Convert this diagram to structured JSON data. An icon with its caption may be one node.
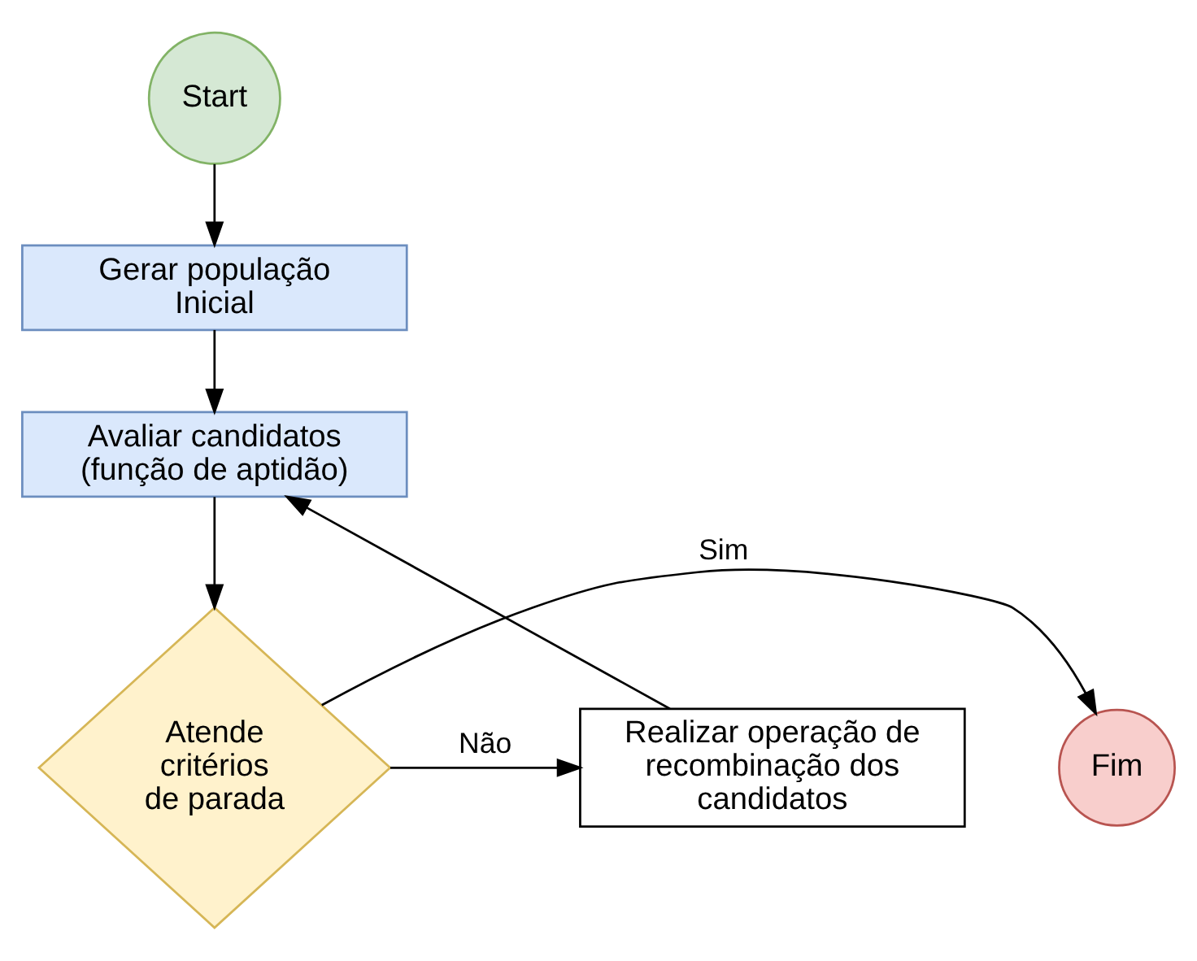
{
  "diagram": {
    "nodes": [
      {
        "text": [
          "Start"
        ]
      },
      {
        "text": [
          "Gerar população Inicial"
        ]
      },
      {
        "text": [
          "Avaliar candidatos (função de aptidão)"
        ]
      },
      {
        "text": [
          "Atende critérios de parada"
        ]
      },
      {
        "text": [
          "Fim"
        ]
      },
      {
        "text": [
          "Realizar operação de recombinação dos candidatos"
        ]
      }
    ],
    "edges": [
      {
        "from": 0,
        "to": 1,
        "arrow": "to"
      },
      {
        "from": 1,
        "to": 2,
        "arrow": "to"
      },
      {
        "from": 2,
        "to": 3,
        "arrow": "to"
      },
      {
        "from": 3,
        "to": 4,
        "arrow": "to",
        "label": "Sim"
      },
      {
        "from": 3,
        "to": 5,
        "arrow": "to",
        "label": "Não"
      },
      {
        "from": 5,
        "to": 2,
        "arrow": "to"
      }
    ]
  }
}
